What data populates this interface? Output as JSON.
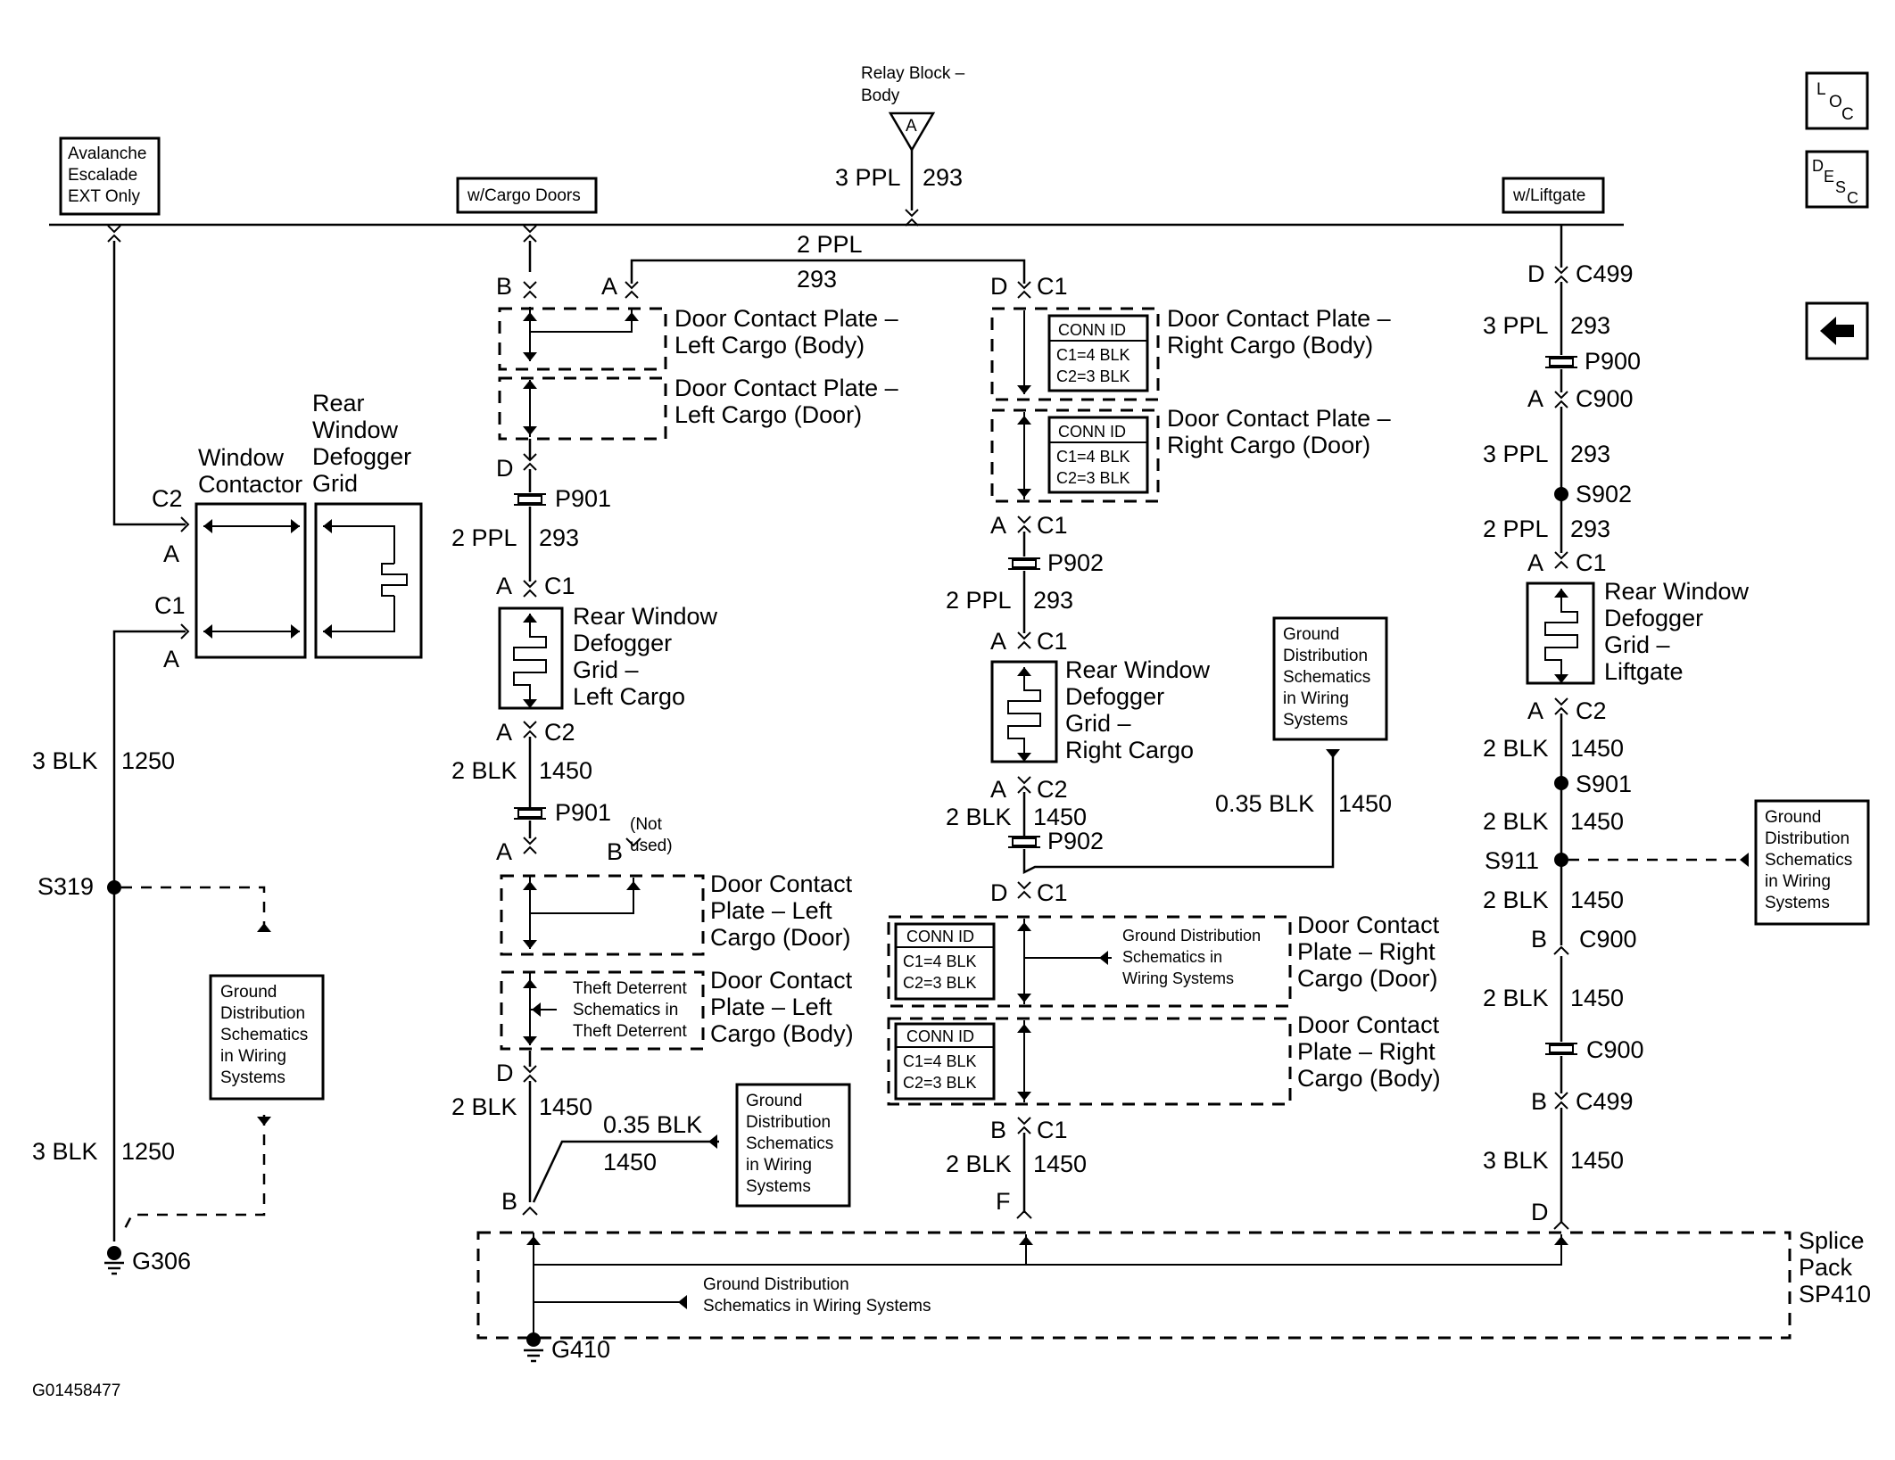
{
  "relay_block": [
    "Relay Block –",
    "Body"
  ],
  "relay_letter": "A",
  "feed": {
    "gauge": "3 PPL",
    "circuit": "293"
  },
  "options": {
    "avalanche": [
      "Avalanche",
      "Escalade",
      "EXT Only"
    ],
    "cargo_doors": "w/Cargo Doors",
    "liftgate": "w/Liftgate"
  },
  "nav": {
    "loc": "LOC",
    "desc": "DESC",
    "back": "←"
  },
  "crossover": {
    "gauge": "2 PPL",
    "circuit": "293"
  },
  "left": {
    "c2": "C2",
    "c1": "C1",
    "pin_a": "A",
    "window_contactor": [
      "Window",
      "Contactor"
    ],
    "rear_window_defogger_grid": [
      "Rear",
      "Window",
      "Defogger",
      "Grid"
    ],
    "wire_gauge": "3 BLK",
    "wire_circuit": "1250",
    "splice": "S319",
    "ground": "G306"
  },
  "ground_ref": [
    "Ground",
    "Distribution",
    "Schematics",
    "in Wiring",
    "Systems"
  ],
  "ground_ref_inline": [
    "Ground Distribution",
    "Schematics in Wiring Systems"
  ],
  "ground_ref_3": [
    "Ground Distribution",
    "Schematics in",
    "Wiring Systems"
  ],
  "theft_ref": [
    "Theft Deterrent",
    "Schematics in",
    "Theft Deterrent"
  ],
  "conn_id": {
    "title": "CONN ID",
    "c1": "C1=4 BLK",
    "c2": "C2=3 BLK"
  },
  "col2": {
    "b": "B",
    "a": "A",
    "d": "D",
    "c1": "C1",
    "c2": "C2",
    "dcp_body": [
      "Door Contact Plate –",
      "Left Cargo (Body)"
    ],
    "dcp_door": [
      "Door Contact Plate –",
      "Left Cargo (Door)"
    ],
    "p901": "P901",
    "g1": "2 PPL",
    "c293": "293",
    "grid": [
      "Rear Window",
      "Defogger",
      "Grid –",
      "Left Cargo"
    ],
    "g2": "2 BLK",
    "c1450": "1450",
    "not_used": [
      "(Not",
      "used)"
    ],
    "dcp_door2": [
      "Door Contact",
      "Plate – Left",
      "Cargo (Door)"
    ],
    "dcp_body2": [
      "Door Contact",
      "Plate – Left",
      "Cargo (Body)"
    ],
    "g035": "0.35 BLK",
    "ground": "G410"
  },
  "col3": {
    "d": "D",
    "c1": "C1",
    "a": "A",
    "c2": "C2",
    "b": "B",
    "f": "F",
    "dcp_body": [
      "Door Contact Plate –",
      "Right Cargo (Body)"
    ],
    "dcp_door": [
      "Door Contact Plate –",
      "Right Cargo (Door)"
    ],
    "p902": "P902",
    "g1": "2 PPL",
    "c293": "293",
    "grid": [
      "Rear Window",
      "Defogger",
      "Grid –",
      "Right Cargo"
    ],
    "g2": "2 BLK",
    "c1450": "1450",
    "g035": "0.35 BLK",
    "dcp_door2": [
      "Door Contact",
      "Plate – Right",
      "Cargo (Door)"
    ],
    "dcp_body2": [
      "Door Contact",
      "Plate – Right",
      "Cargo (Body)"
    ]
  },
  "col4": {
    "d": "D",
    "c499": "C499",
    "a": "A",
    "b": "B",
    "c900": "C900",
    "c1": "C1",
    "c2": "C2",
    "g3ppl": "3 PPL",
    "g2ppl": "2 PPL",
    "c293": "293",
    "p900": "P900",
    "s902": "S902",
    "s901": "S901",
    "s911": "S911",
    "grid": [
      "Rear Window",
      "Defogger",
      "Grid –",
      "Liftgate"
    ],
    "g2blk": "2 BLK",
    "g3blk": "3 BLK",
    "c1450": "1450"
  },
  "splice_pack": [
    "Splice",
    "Pack",
    "SP410"
  ],
  "figure_id": "G01458477"
}
